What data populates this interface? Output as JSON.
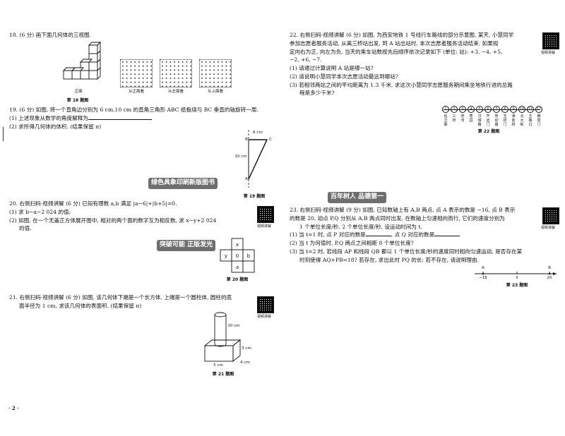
{
  "q18": {
    "line1": "18. (6 分) 画下面几何体的三视图.",
    "views": [
      "正面",
      "从正面看",
      "从左面看",
      "从上面看"
    ],
    "figure": "第 18 题图"
  },
  "q19": {
    "line1": "19. (6 分) 如图, 将一个直角边分别为 6 cm,10 cm 的直角三角形 ABC 纸板绕与 BC 垂直的轴旋转一周.",
    "line2": "(1) 上述现象从数学的角度解释为",
    "line3": "(2) 求所得几何体的体积. (结果保留 π)",
    "labels": {
      "six": "6 cm",
      "ten": "10 cm",
      "A": "A",
      "B": "B",
      "C": "C"
    },
    "figure": "第 19 题图"
  },
  "q20": {
    "line1": "20. 右侧扫码·视频讲解 (6 分) 已知有理数 a,b 满足 |a−6|+|b+5|=0.",
    "line2": "(1) 求 b−a−2 024 的值;",
    "line3": "(2) 如图, 在一个无盖正方体展开图中, 相对的两个面的数字互为相反数, 求 x−y+2 024",
    "line4": "的值.",
    "cells": {
      "x": "x",
      "y": "y",
      "a": "a",
      "zero": "0",
      "b": "b"
    },
    "figure": "第 20 题图",
    "qr": "视频讲解"
  },
  "q21": {
    "line1": "21. 右侧扫码·视频讲解 (6 分) 如图, 该几何体下端是一个长方体, 上端是一个圆柱体, 圆柱的底",
    "line2": "面半径为 1 cm, 求该几何体的表面积. (结果保留 π)",
    "labels": {
      "ten": "10 cm",
      "three": "3 cm",
      "four": "4 cm",
      "five": "5 cm"
    },
    "figure": "第 21 题图",
    "qr": "视频讲解"
  },
  "q22": {
    "line1": "22. 右侧扫码·视频讲解 (6 分) 如图, 为西安地铁 1 号线行车路线的部分示意图, 某天, 小慧同学",
    "line2": "参加志愿者服务活动, 从离三桥站出发, 到 A 站出站时, 本次志愿者服务活动结束. 如果规",
    "line3": "定向右为正, 向左为负, 当天的乘车站数按先后顺序依次记录如下 (单位: 站): +3, −4, +5,",
    "line4": "−2, +6, −7.",
    "line5": "(1) 请通过计算说明 A 站是哪一站?",
    "line6": "(2) 请说明小慧同学本次志愿活动最远到哪站?",
    "line7": "(3) 若相邻两站之间的平均距离为 1.3 千米, 求这次小慧同学志愿服务期间乘坐地铁行进的总路",
    "line8": "程是多少千米?",
    "stations": [
      "后卫寨",
      "三桥",
      "皂河",
      "枣园",
      "汉城路",
      "开远门",
      "劳动路",
      "玉祥门",
      "洒金桥",
      "北大街",
      "五路口",
      "朝阳门"
    ],
    "figure": "第 22 题图",
    "qr": "视频讲解"
  },
  "q23": {
    "line1": "23. 右侧扫码·视频讲解 (9 分) 如图, 已知数轴上有 A,B 两点, 点 A 表示的数是 −16, 点 B 表示",
    "line2": "的数是 20, 动点 P,Q 分别从 A,B 两点同时出发, 在数轴上匀速相向而行, 它们的速度分别为",
    "line3": "1 个单位长度/秒, 2 个单位长度/秒, 设运动时间为 t.",
    "line4": "(1) 当 t=1 时, 点 P 对应的数是",
    "line4b": ", 点 Q 对应的数是",
    "line5": "(2) 当 t 为何值时, P,Q 两点之间相距 8 个单位长度?",
    "line6": "(3) 当 t=2 时, 若线段 AP 和线段 QB 都以 1 个单位长度/秒的速度同时相向匀速运动, 是否存在某",
    "line7": "时刻使得 AQ+PB=18? 若存在, 求出此时 PQ 的长; 若不存在, 请说明理由.",
    "axis": {
      "A": "A",
      "B": "B",
      "left": "−16",
      "zero": "0",
      "right": "20"
    },
    "figure": "第 23 题图",
    "qr": "视频讲解"
  },
  "watermarks": {
    "w1": "绿色具象印刷新版图书",
    "w2": "百年树人 品德第一",
    "w3": "突破可能 正版发光"
  },
  "page_number": "· 2 ·"
}
